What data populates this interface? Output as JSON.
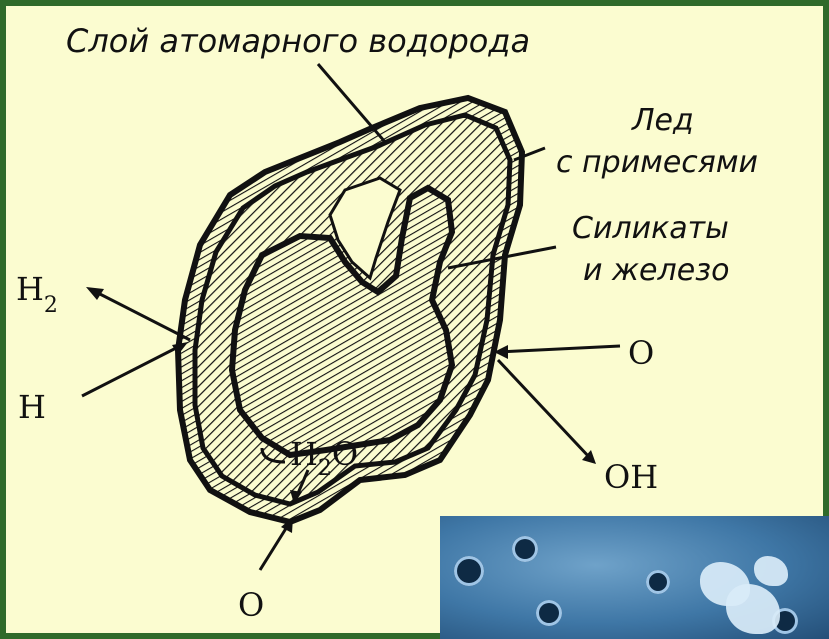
{
  "title": "Слой атомарного водорода",
  "labels": {
    "ice_line1": "Лед",
    "ice_line2": "с примесями",
    "silicates_line1": "Силикаты",
    "silicates_line2": "и железо",
    "h2": "H",
    "h2_sub": "2",
    "h": "H",
    "o_right": "O",
    "oh": "OH",
    "h2o_main": "H",
    "h2o_sub": "2",
    "h2o_end": "O",
    "o_bottom": "O"
  },
  "colors": {
    "frame": "#2f6a2a",
    "background": "#fbfcd0",
    "ink": "#111111",
    "photo": "#3f77a6"
  }
}
